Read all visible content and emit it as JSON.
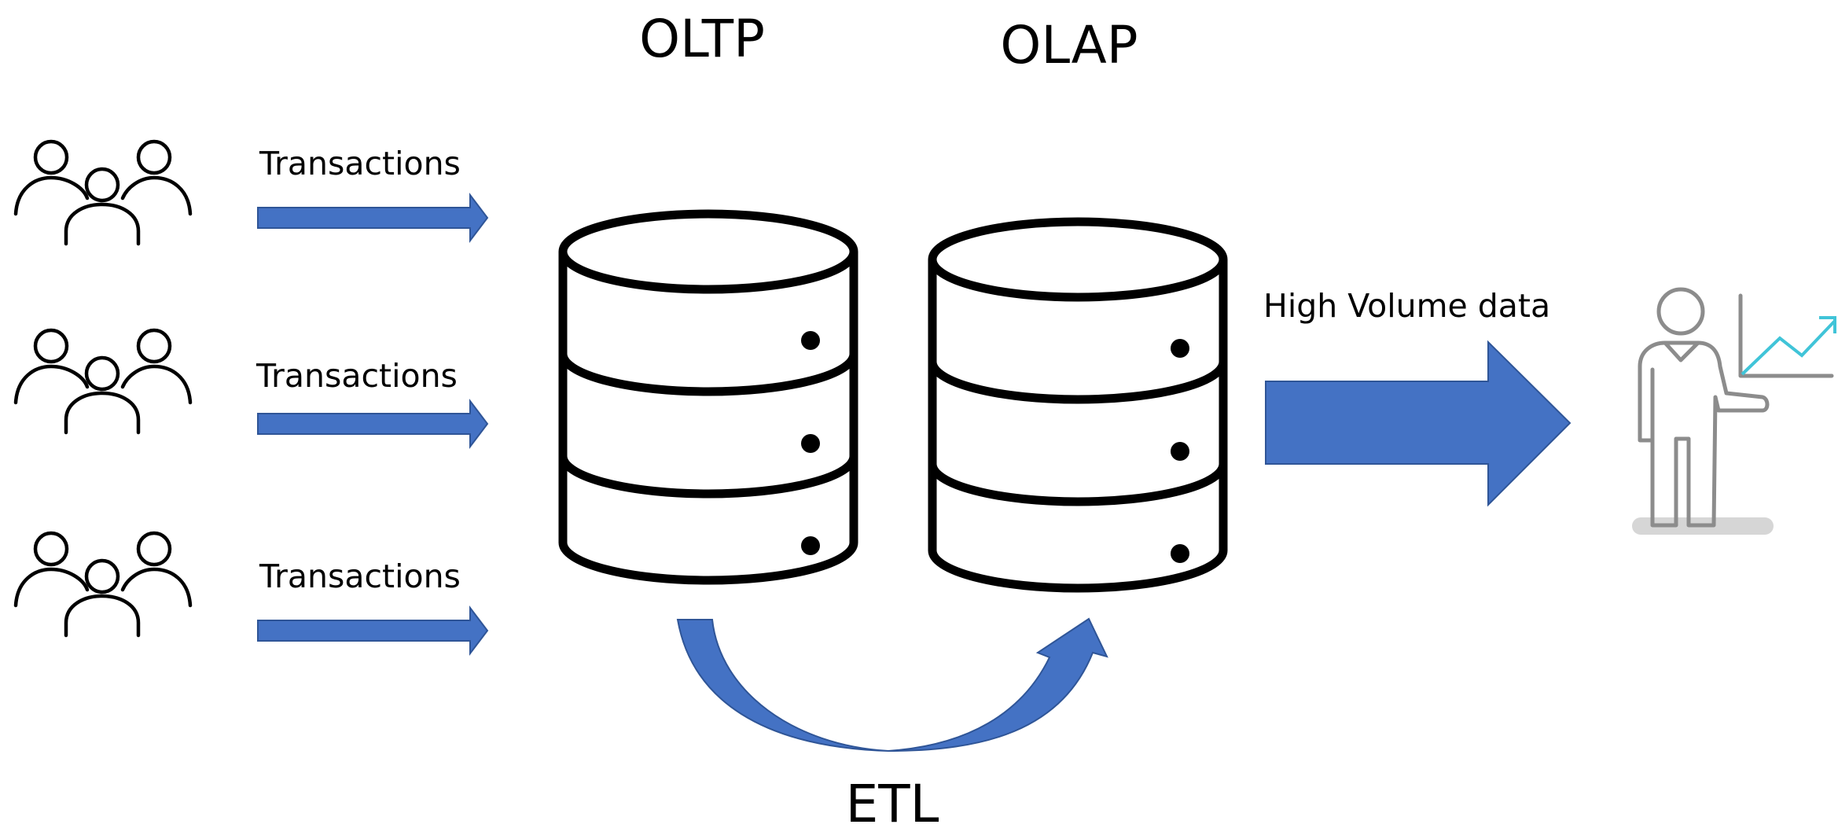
{
  "labels": {
    "oltp": "OLTP",
    "olap": "OLAP",
    "etl": "ETL",
    "high_volume": "High Volume data"
  },
  "transactions": [
    "Transactions",
    "Transactions",
    "Transactions"
  ],
  "icons": {
    "users": "users-group-icon",
    "database": "database-icon",
    "analyst": "analyst-presenting-chart-icon"
  },
  "colors": {
    "arrow": "#4472c4",
    "arrow_dark": "#2f5597",
    "chart_line": "#40c4d8",
    "icon_gray": "#8c8c8c"
  }
}
